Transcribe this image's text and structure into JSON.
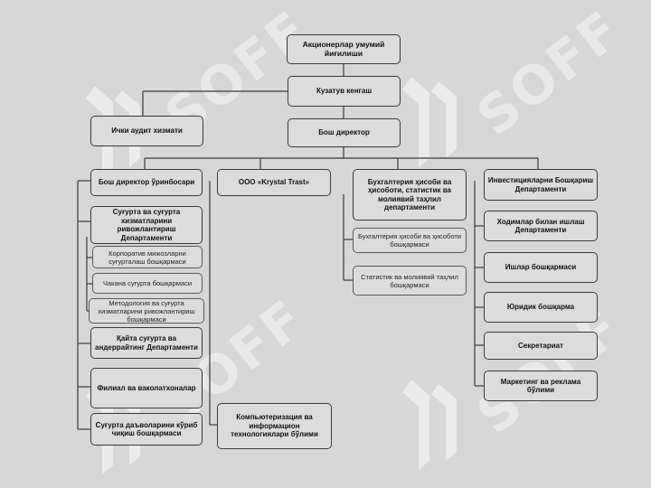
{
  "watermark": {
    "text": "SOFF",
    "icon": "soff-logo-icon"
  },
  "chart": {
    "root": "Акционерлар умумий йиғилиши",
    "supervisory": "Кузатув кенгаш",
    "internal_audit": "Ички аудит хизмати",
    "director": "Бош директор",
    "deputy": {
      "title": "Бош директор ўринбосари",
      "dept_insurance_dev": "Суғурта ва суғурта хизматларини ривожлантириш Департаменти",
      "sub_units": [
        "Корпоратив мижозларни суғурталаш бошқармаси",
        "Чакана суғурта бошқармаси",
        "Методология ва суғурта хизматларини ривожлантириш бошқармаси"
      ],
      "reinsurance": "Қайта суғурта ва андеррайтинг Департаменти",
      "branches": "Филиал ва ваколатхоналар",
      "claims": "Суғурта даъволарини кўриб чиқиш бошқармаси"
    },
    "krystal": "ООО «Krystal Trast»",
    "computerization": "Компьютеризация ва информацион технологиялари бўлими",
    "accounting": {
      "title": "Бухгалтерия ҳисоби ва ҳисоботи, статистик ва молиявий таҳлил департаменти",
      "sub_units": [
        "Бухгалтерия ҳисоби ва ҳисоботи бошқармаси",
        "Статистик ва молиявий таҳлил бошқармаси"
      ]
    },
    "right_units": [
      "Инвестицияларни Бошқариш Департаменти",
      "Ходимлар билан ишлаш Департаменти",
      "Ишлар бошқармаси",
      "Юридик бошқарма",
      "Секретариат",
      "Маркетинг ва реклама бўлими"
    ]
  }
}
